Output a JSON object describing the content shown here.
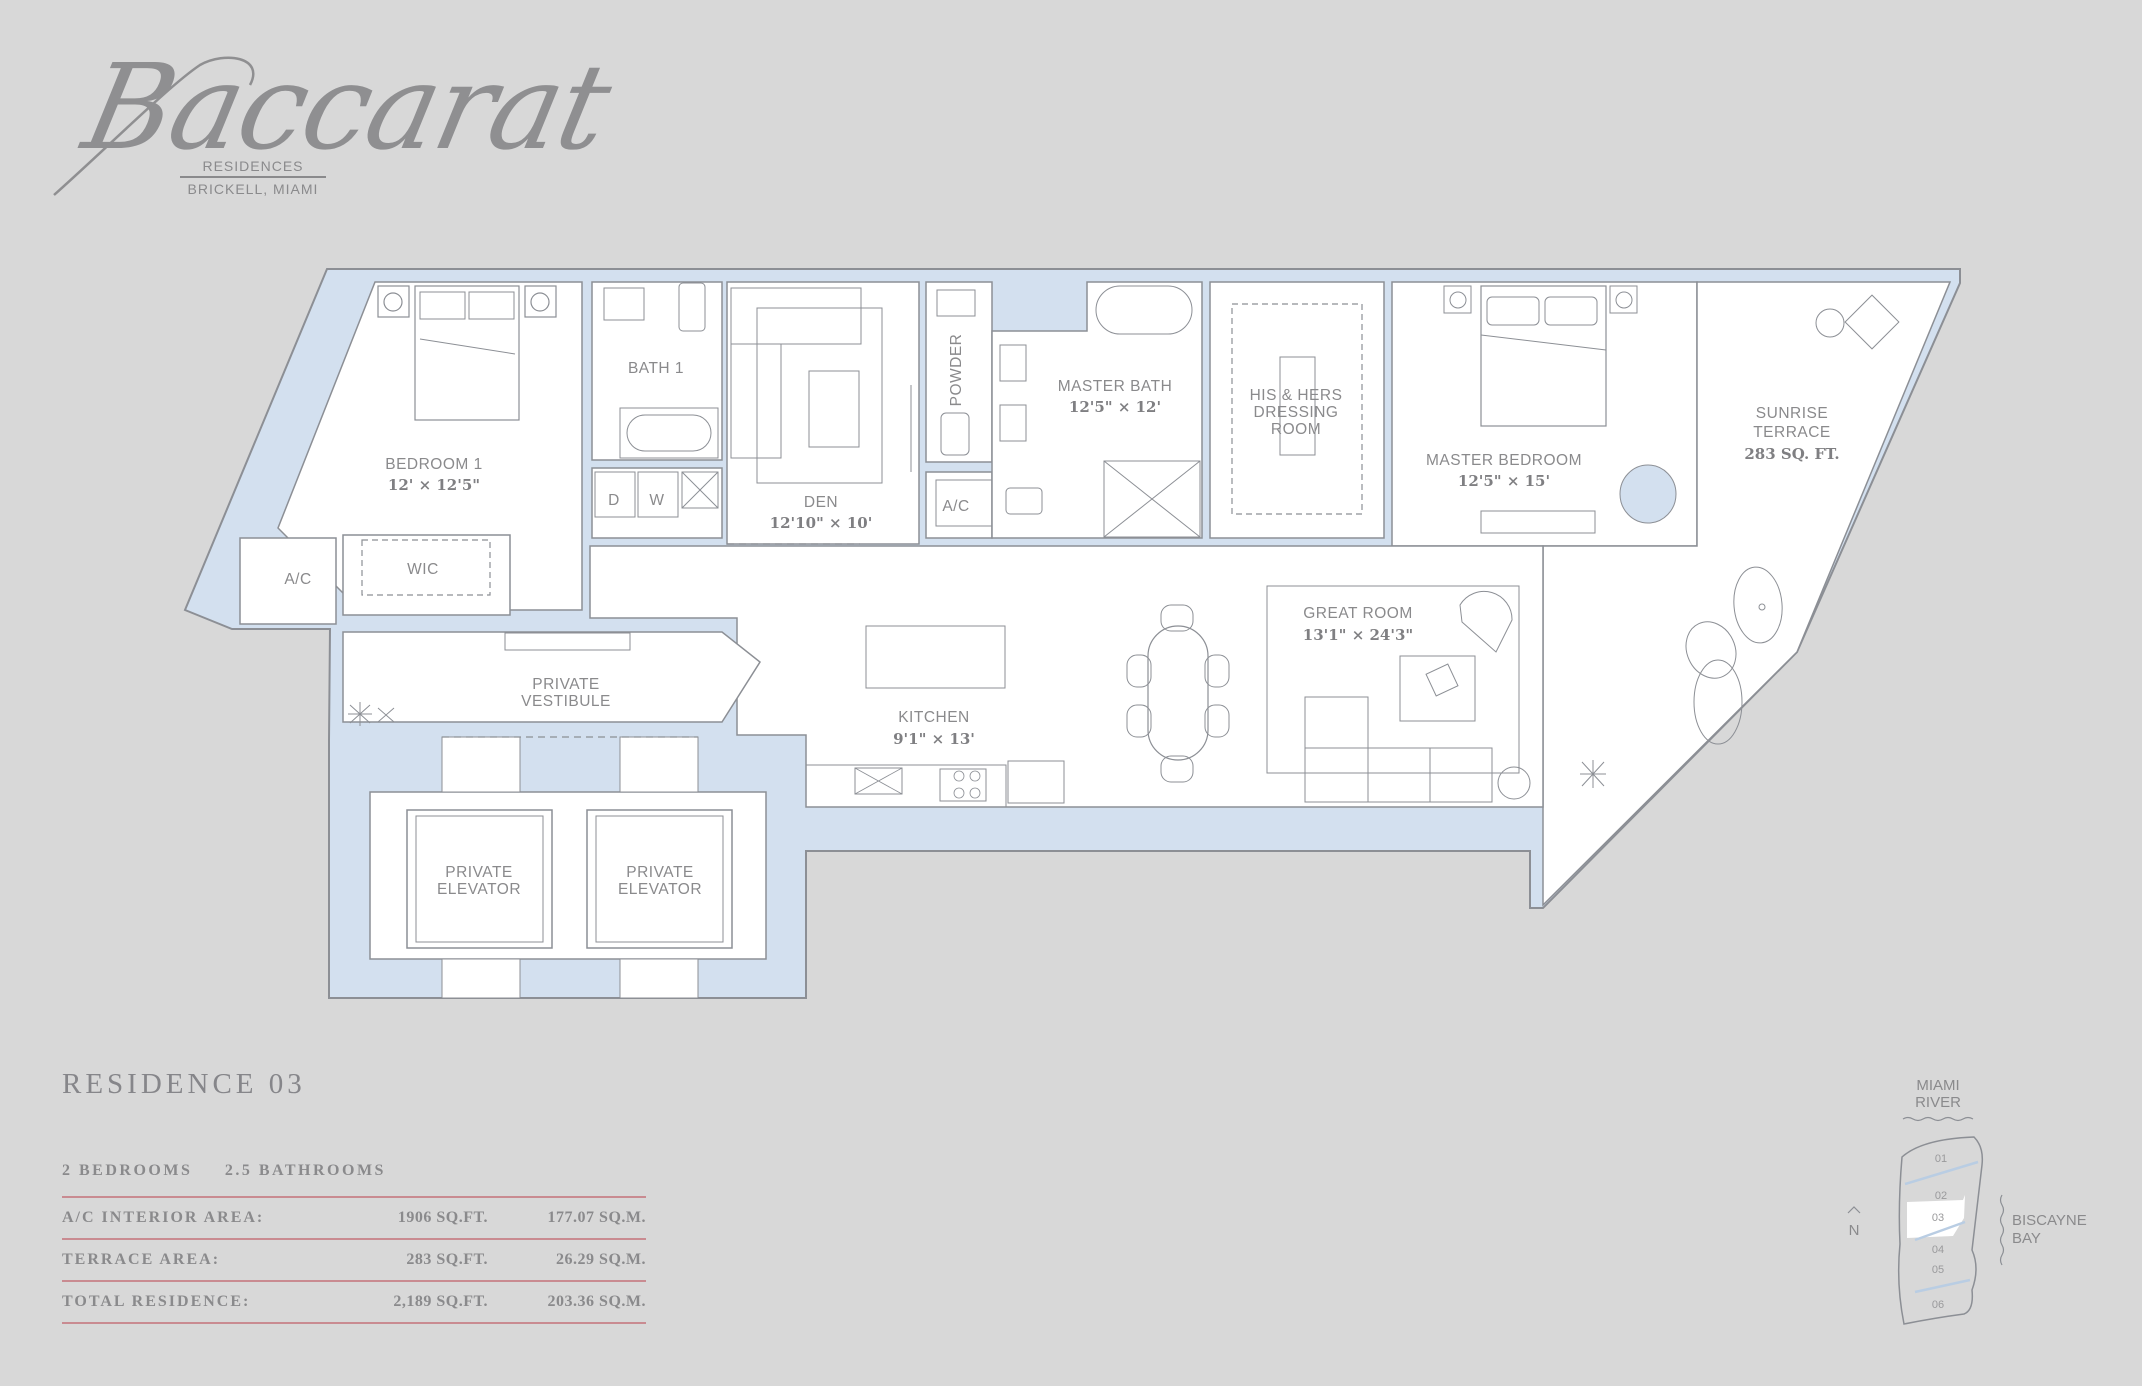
{
  "brand": {
    "name": "Baccarat",
    "line1": "RESIDENCES",
    "line2": "BRICKELL, MIAMI"
  },
  "residence": {
    "title": "RESIDENCE 03",
    "bedrooms": "2 BEDROOMS",
    "bathrooms": "2.5 BATHROOMS",
    "areas": [
      {
        "label": "A/C INTERIOR AREA:",
        "sqft": "1906 SQ.FT.",
        "sqm": "177.07 SQ.M."
      },
      {
        "label": "TERRACE AREA:",
        "sqft": "283 SQ.FT.",
        "sqm": "26.29 SQ.M."
      },
      {
        "label": "TOTAL RESIDENCE:",
        "sqft": "2,189 SQ.FT.",
        "sqm": "203.36 SQ.M."
      }
    ]
  },
  "rooms": {
    "bedroom1": {
      "name": "BEDROOM 1",
      "dims": "12' × 12'5\""
    },
    "bath1": {
      "name": "BATH 1"
    },
    "den": {
      "name": "DEN",
      "dims": "12'10\" × 10'"
    },
    "powder": {
      "name": "POWDER"
    },
    "ac_left": {
      "name": "A/C"
    },
    "ac_mid": {
      "name": "A/C"
    },
    "dryer": {
      "name": "D"
    },
    "washer": {
      "name": "W"
    },
    "master_bath": {
      "name": "MASTER BATH",
      "dims": "12'5\" × 12'"
    },
    "dressing": {
      "line1": "HIS & HERS",
      "line2": "DRESSING",
      "line3": "ROOM"
    },
    "master_bedroom": {
      "name": "MASTER BEDROOM",
      "dims": "12'5\" × 15'"
    },
    "terrace": {
      "line1": "SUNRISE",
      "line2": "TERRACE",
      "area": "283 SQ. FT."
    },
    "wic": {
      "name": "WIC"
    },
    "vestibule": {
      "line1": "PRIVATE",
      "line2": "VESTIBULE"
    },
    "kitchen": {
      "name": "KITCHEN",
      "dims": "9'1\" × 13'"
    },
    "great_room": {
      "name": "GREAT ROOM",
      "dims": "13'1\" × 24'3\""
    },
    "elevator1": {
      "line1": "PRIVATE",
      "line2": "ELEVATOR"
    },
    "elevator2": {
      "line1": "PRIVATE",
      "line2": "ELEVATOR"
    }
  },
  "key_plan": {
    "north_label": "N",
    "river_line1": "MIAMI",
    "river_line2": "RIVER",
    "bay_line1": "BISCAYNE",
    "bay_line2": "BAY",
    "units": [
      "01",
      "02",
      "03",
      "04",
      "05",
      "06"
    ],
    "highlighted_unit": "03"
  },
  "colors": {
    "background": "#d8d8d8",
    "wall_fill": "#d3e0ef",
    "line": "#8c8f95",
    "accent_rule": "#c98b91",
    "text": "#8a8a8c"
  }
}
